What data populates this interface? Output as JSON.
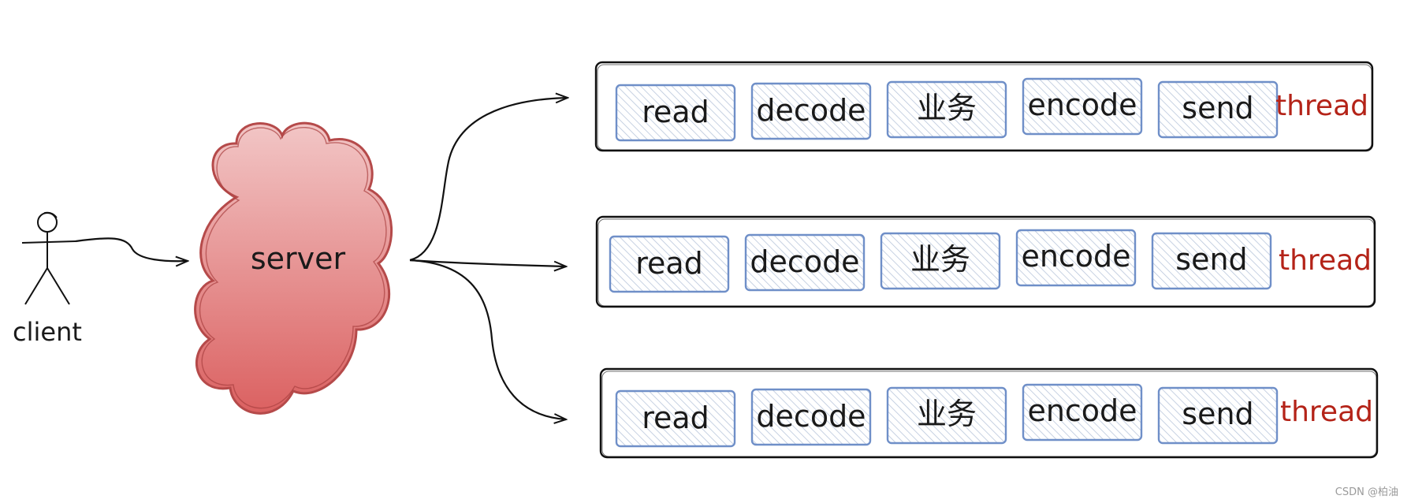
{
  "client": {
    "label": "client"
  },
  "server": {
    "label": "server"
  },
  "threads": [
    {
      "stages": [
        "read",
        "decode",
        "业务",
        "encode",
        "send"
      ],
      "label": "thread"
    },
    {
      "stages": [
        "read",
        "decode",
        "业务",
        "encode",
        "send"
      ],
      "label": "thread"
    },
    {
      "stages": [
        "read",
        "decode",
        "业务",
        "encode",
        "send"
      ],
      "label": "thread"
    }
  ],
  "colors": {
    "stage_border": "#6f8fc8",
    "stage_hatch": "#b9c6db",
    "thread_text": "#b42318",
    "cloud_fill_top": "#f1c2c2",
    "cloud_fill_bottom": "#dc6464",
    "cloud_stroke": "#b54a4a",
    "line": "#111111"
  },
  "watermark": "CSDN @柏油"
}
